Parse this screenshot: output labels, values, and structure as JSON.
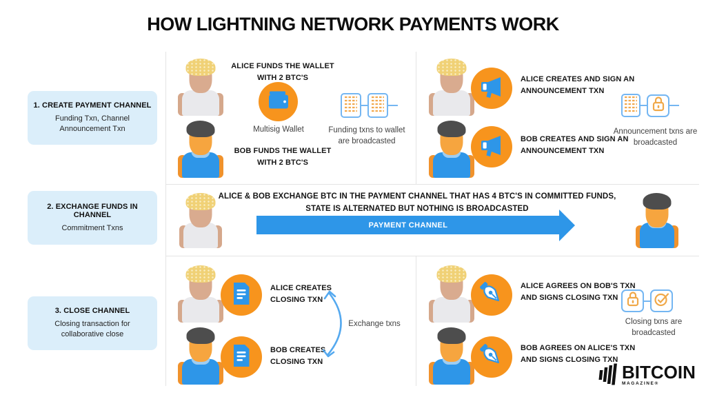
{
  "title": "HOW LIGHTNING NETWORK PAYMENTS WORK",
  "colors": {
    "accent_orange": "#F7941D",
    "accent_blue": "#2E96E8",
    "step_box_bg": "#DBEEFA",
    "icon_border_blue": "#74B6F2",
    "icon_orange": "#F0A848"
  },
  "sidebar": {
    "steps": [
      {
        "heading": "1. CREATE PAYMENT CHANNEL",
        "detail": "Funding Txn, Channel Announcement Txn"
      },
      {
        "heading": "2. EXCHANGE FUNDS IN CHANNEL",
        "detail": "Commitment Txns"
      },
      {
        "heading": "3. CLOSE CHANNEL",
        "detail": "Closing transaction for collaborative close"
      }
    ]
  },
  "row1": {
    "left": {
      "alice_text": "ALICE FUNDS THE WALLET WITH 2 BTC'S",
      "bob_text": "BOB FUNDS THE WALLET WITH 2 BTC'S",
      "wallet_icon": "wallet-icon",
      "wallet_label": "Multisig Wallet",
      "broadcast_icons": "funding-txn-documents",
      "broadcast_label": "Funding txns to wallet are broadcasted"
    },
    "right": {
      "alice_text": "ALICE CREATES AND SIGN AN ANNOUNCEMENT TXN",
      "bob_text": "BOB CREATES AND SIGN AN ANNOUNCEMENT TXN",
      "icon": "megaphone-icon",
      "broadcast_icons": "document-and-lock",
      "broadcast_label": "Announcement txns are broadcasted"
    }
  },
  "row2": {
    "description_line1": "ALICE & BOB EXCHANGE BTC IN THE PAYMENT CHANNEL THAT HAS 4 BTC'S IN COMMITTED FUNDS,",
    "description_line2": "STATE IS ALTERNATED BUT NOTHING IS BROADCASTED",
    "arrow_label": "PAYMENT CHANNEL"
  },
  "row3": {
    "left": {
      "alice_text": "ALICE CREATES CLOSING TXN",
      "bob_text": "BOB CREATES CLOSING TXN",
      "icon": "closing-document-icon",
      "exchange_label": "Exchange txns"
    },
    "right": {
      "alice_text": "ALICE AGREES ON BOB'S TXN AND SIGNS CLOSING TXN",
      "bob_text": "BOB AGREES ON ALICE'S TXN AND SIGNS CLOSING TXN",
      "icon": "pen-nib-icon",
      "broadcast_icons": "lock-and-check",
      "broadcast_label": "Closing txns are broadcasted"
    }
  },
  "logo": {
    "name": "BITCOIN",
    "sub": "MAGAZINE®"
  }
}
